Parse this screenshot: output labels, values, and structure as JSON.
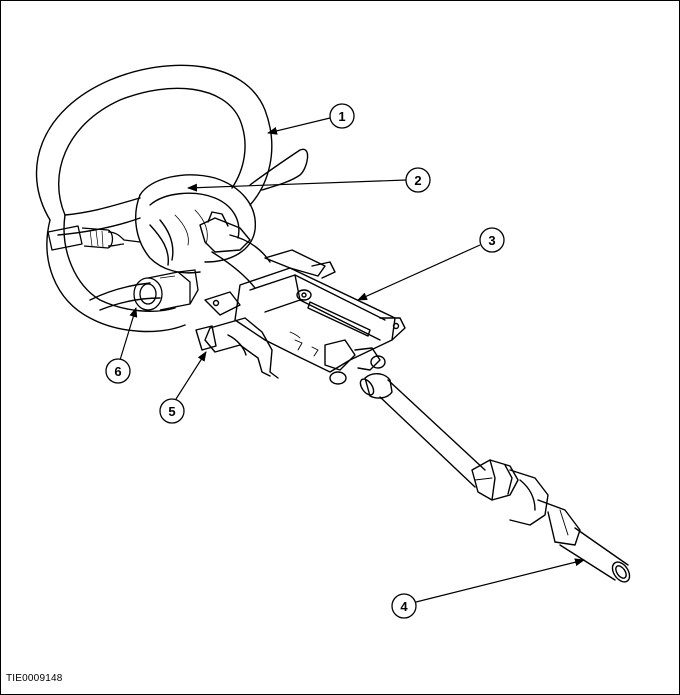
{
  "figure_id": "TIE0009148",
  "colors": {
    "line": "#000000",
    "paper": "#ffffff"
  },
  "callouts": [
    {
      "id": "1",
      "label": "1"
    },
    {
      "id": "2",
      "label": "2"
    },
    {
      "id": "3",
      "label": "3"
    },
    {
      "id": "4",
      "label": "4"
    },
    {
      "id": "5",
      "label": "5"
    },
    {
      "id": "6",
      "label": "6"
    }
  ]
}
